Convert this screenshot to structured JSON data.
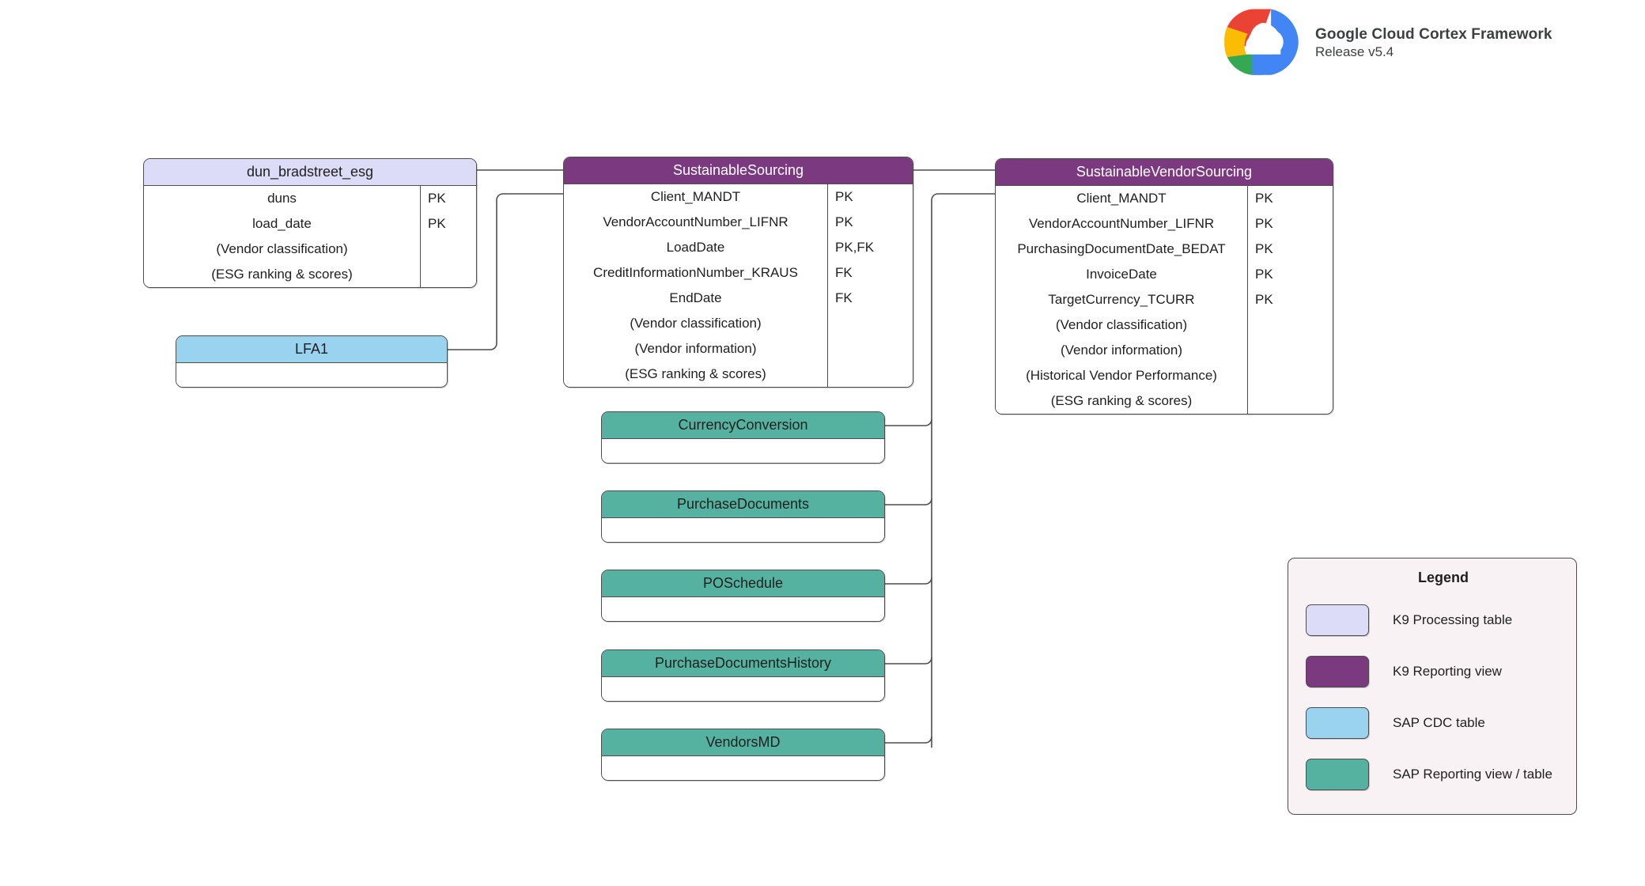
{
  "brand": {
    "logo_icon": "google-cloud-logo-icon",
    "title": "Google Cloud Cortex Framework",
    "release": "Release v5.4",
    "logo_colors": {
      "red": "#ea4335",
      "blue": "#4285f4",
      "yellow": "#fbbc04",
      "green": "#34a853"
    }
  },
  "palette": {
    "k9_processing_table": "#dcdcf8",
    "k9_reporting_view": "#7b3a80",
    "sap_cdc_table": "#9ad3f0",
    "sap_reporting_view": "#56b2a0",
    "border": "#4d4d4d",
    "legend_background": "#f8f2f5"
  },
  "entities": [
    {
      "id": "dun_bradstreet_esg",
      "name": "dun_bradstreet_esg",
      "kind": "k9table",
      "fields": [
        {
          "field": "duns",
          "key": "PK"
        },
        {
          "field": "load_date",
          "key": "PK"
        },
        {
          "field": "(Vendor classification)",
          "key": ""
        },
        {
          "field": "(ESG ranking & scores)",
          "key": ""
        }
      ]
    },
    {
      "id": "sustainable_sourcing",
      "name": "SustainableSourcing",
      "kind": "k9view",
      "fields": [
        {
          "field": "Client_MANDT",
          "key": "PK"
        },
        {
          "field": "VendorAccountNumber_LIFNR",
          "key": "PK"
        },
        {
          "field": "LoadDate",
          "key": "PK,FK"
        },
        {
          "field": "CreditInformationNumber_KRAUS",
          "key": "FK"
        },
        {
          "field": "EndDate",
          "key": "FK"
        },
        {
          "field": "(Vendor classification)",
          "key": ""
        },
        {
          "field": "(Vendor information)",
          "key": ""
        },
        {
          "field": "(ESG ranking & scores)",
          "key": ""
        }
      ]
    },
    {
      "id": "sustainable_vendor_sourcing",
      "name": "SustainableVendorSourcing",
      "kind": "k9view",
      "fields": [
        {
          "field": "Client_MANDT",
          "key": "PK"
        },
        {
          "field": "VendorAccountNumber_LIFNR",
          "key": "PK"
        },
        {
          "field": "PurchasingDocumentDate_BEDAT",
          "key": "PK"
        },
        {
          "field": "InvoiceDate",
          "key": "PK"
        },
        {
          "field": "TargetCurrency_TCURR",
          "key": "PK"
        },
        {
          "field": "(Vendor classification)",
          "key": ""
        },
        {
          "field": "(Vendor information)",
          "key": ""
        },
        {
          "field": "(Historical Vendor Performance)",
          "key": ""
        },
        {
          "field": "(ESG ranking & scores)",
          "key": ""
        }
      ]
    },
    {
      "id": "lfa1",
      "name": "LFA1",
      "kind": "sapcdc",
      "fields": []
    },
    {
      "id": "currency_conversion",
      "name": "CurrencyConversion",
      "kind": "sapview",
      "fields": []
    },
    {
      "id": "purchase_documents",
      "name": "PurchaseDocuments",
      "kind": "sapview",
      "fields": []
    },
    {
      "id": "po_schedule",
      "name": "POSchedule",
      "kind": "sapview",
      "fields": []
    },
    {
      "id": "purchase_documents_history",
      "name": "PurchaseDocumentsHistory",
      "kind": "sapview",
      "fields": []
    },
    {
      "id": "vendors_md",
      "name": "VendorsMD",
      "kind": "sapview",
      "fields": []
    }
  ],
  "legend": {
    "title": "Legend",
    "items": [
      {
        "label": "K9 Processing table",
        "color": "#dcdcf8"
      },
      {
        "label": "K9 Reporting view",
        "color": "#7b3a80"
      },
      {
        "label": "SAP CDC table",
        "color": "#9ad3f0"
      },
      {
        "label": "SAP Reporting view / table",
        "color": "#56b2a0"
      }
    ]
  }
}
